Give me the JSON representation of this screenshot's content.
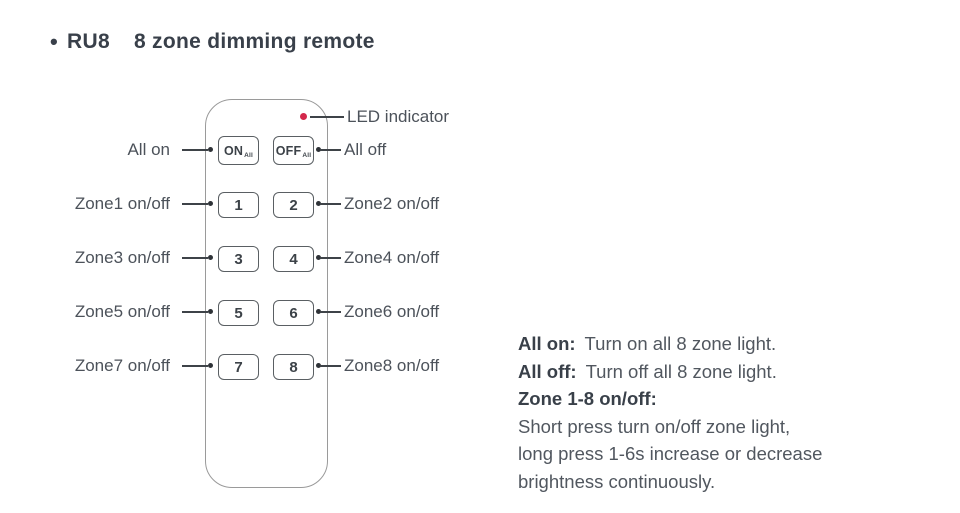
{
  "title": {
    "bullet": "•",
    "product": "RU8",
    "subtitle": "8 zone dimming remote"
  },
  "remote": {
    "buttons": {
      "on": {
        "label": "ON",
        "sub": "All"
      },
      "off": {
        "label": "OFF",
        "sub": "All"
      },
      "zones": [
        "1",
        "2",
        "3",
        "4",
        "5",
        "6",
        "7",
        "8"
      ]
    }
  },
  "callouts": {
    "led": "LED indicator",
    "left": [
      "All on",
      "Zone1 on/off",
      "Zone3 on/off",
      "Zone5 on/off",
      "Zone7 on/off"
    ],
    "right": [
      "All off",
      "Zone2 on/off",
      "Zone4 on/off",
      "Zone6 on/off",
      "Zone8 on/off"
    ]
  },
  "description": {
    "lines": [
      {
        "label": "All on:",
        "text": "Turn on all 8 zone light."
      },
      {
        "label": "All off:",
        "text": "Turn off all 8 zone light."
      },
      {
        "label": "Zone 1-8 on/off:",
        "text": ""
      },
      {
        "label": "",
        "text": "Short press turn on/off zone light,"
      },
      {
        "label": "",
        "text": "long press 1-6s increase or decrease"
      },
      {
        "label": "",
        "text": "brightness continuously."
      }
    ]
  },
  "colors": {
    "led": "#d3284b",
    "text_dark": "#394049",
    "text_regular": "#51575f",
    "remote_outline": "#9a9a9a",
    "button_border": "#5a5f63"
  }
}
